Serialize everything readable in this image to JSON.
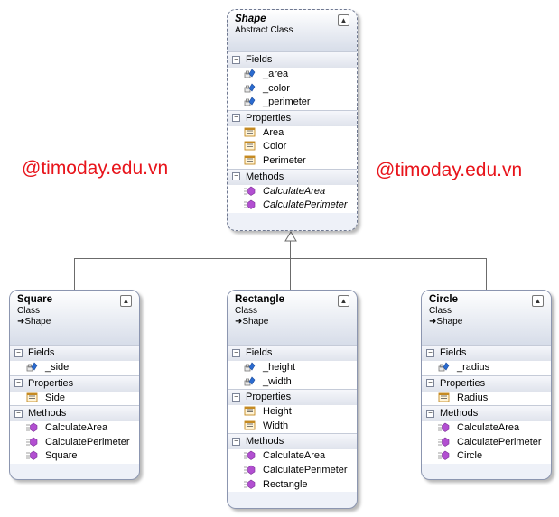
{
  "watermark": {
    "left": "@timoday.edu.vn",
    "right": "@timoday.edu.vn"
  },
  "colors": {
    "watermark": "#e8141b",
    "class_fill": "#eef1f8",
    "field_icon": "#2a6bd0",
    "method_icon": "#b24fd1",
    "property_icon": "#c58a22"
  },
  "shape": {
    "name": "Shape",
    "type": "Abstract Class",
    "sections": {
      "fields": {
        "label": "Fields",
        "items": [
          "_area",
          "_color",
          "_perimeter"
        ]
      },
      "properties": {
        "label": "Properties",
        "items": [
          "Area",
          "Color",
          "Perimeter"
        ]
      },
      "methods": {
        "label": "Methods",
        "items": [
          "CalculateArea",
          "CalculatePerimeter"
        ]
      }
    }
  },
  "square": {
    "name": "Square",
    "type": "Class",
    "base": "Shape",
    "sections": {
      "fields": {
        "label": "Fields",
        "items": [
          "_side"
        ]
      },
      "properties": {
        "label": "Properties",
        "items": [
          "Side"
        ]
      },
      "methods": {
        "label": "Methods",
        "items": [
          "CalculateArea",
          "CalculatePerimeter",
          "Square"
        ]
      }
    }
  },
  "rectangle": {
    "name": "Rectangle",
    "type": "Class",
    "base": "Shape",
    "sections": {
      "fields": {
        "label": "Fields",
        "items": [
          "_height",
          "_width"
        ]
      },
      "properties": {
        "label": "Properties",
        "items": [
          "Height",
          "Width"
        ]
      },
      "methods": {
        "label": "Methods",
        "items": [
          "CalculateArea",
          "CalculatePerimeter",
          "Rectangle"
        ]
      }
    }
  },
  "circle": {
    "name": "Circle",
    "type": "Class",
    "base": "Shape",
    "sections": {
      "fields": {
        "label": "Fields",
        "items": [
          "_radius"
        ]
      },
      "properties": {
        "label": "Properties",
        "items": [
          "Radius"
        ]
      },
      "methods": {
        "label": "Methods",
        "items": [
          "CalculateArea",
          "CalculatePerimeter",
          "Circle"
        ]
      }
    }
  }
}
